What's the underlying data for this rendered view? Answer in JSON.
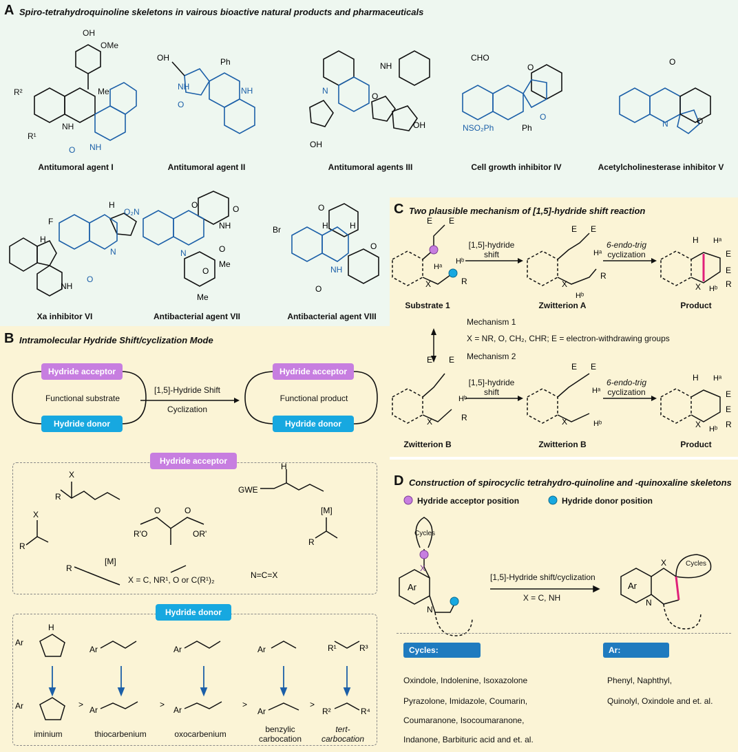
{
  "panelA": {
    "label": "A",
    "title": "Spiro-tetrahydroquinoline skeletons in vairous bioactive natural products and pharmaceuticals",
    "compounds": [
      "Antitumoral agent  I",
      "Antitumoral agent  II",
      "Antitumoral agents  III",
      "Cell growth inhibitor IV",
      "Acetylcholinesterase inhibitor V",
      "Xa inhibitor VI",
      "Antibacterial agent VII",
      "Antibacterial agent VIII"
    ]
  },
  "panelB": {
    "label": "B",
    "title": "Intramolecular Hydride Shift/cyclization Mode",
    "acceptor": "Hydride acceptor",
    "donor": "Hydride donor",
    "substrate": "Functional substrate",
    "product": "Functional product",
    "arrow_top": "[1,5]-Hydride Shift",
    "arrow_bottom": "Cyclization",
    "acceptor_box_title": "Hydride acceptor",
    "x_definition": "X = C, NR¹, O or C(R¹)₂",
    "donor_box_title": "Hydride donor",
    "donor_products": [
      "iminium",
      "thiocarbenium",
      "oxocarbenium",
      "benzylic\ncarbocation",
      "tert-\ncarbocation"
    ]
  },
  "panelC": {
    "label": "C",
    "title": "Two plausible mechanism of [1,5]-hydride shift reaction",
    "arrow1_top": "[1,5]-hydride",
    "arrow1_bottom": "shift",
    "arrow2_top": "6-endo-trig",
    "arrow2_bottom": "cyclization",
    "substrate": "Substrate 1",
    "zwitterion_a": "Zwitterion A",
    "zwitterion_b": "Zwitterion B",
    "product": "Product",
    "mechanism1": "Mechanism 1",
    "mechanism2": "Mechanism 2",
    "definition": "X = NR, O, CH₂, CHR; E = electron-withdrawing groups"
  },
  "panelD": {
    "label": "D",
    "title": "Construction of spirocyclic tetrahydro-quinoline and -quinoxaline skeletons",
    "legend_acceptor": "Hydride acceptor position",
    "legend_donor": "Hydride donor position",
    "cycles_tag": "Cycles",
    "arrow_top": "[1,5]-Hydride shift/cyclization",
    "arrow_bottom": "X = C, NH",
    "cycles_header": "Cycles:",
    "ar_header": "Ar:",
    "cycles_list": [
      "Oxindole, Indolenine, Isoxazolone",
      "Pyrazolone, Imidazole, Coumarin,",
      "Coumaranone, Isocoumaranone,",
      "Indanone, Barbituric acid and et. al."
    ],
    "ar_list": [
      "Phenyl, Naphthyl,",
      "Quinolyl, Oxindole and et. al."
    ]
  },
  "colors": {
    "panel_a_bg": "#eef7f0",
    "panel_bcd_bg": "#fbf4d6",
    "acceptor": "#c77ee0",
    "donor": "#17a8e0",
    "highlight_bond": "#e0207a",
    "structure_blue": "#1b5fa8",
    "tab": "#1f7bbf"
  }
}
